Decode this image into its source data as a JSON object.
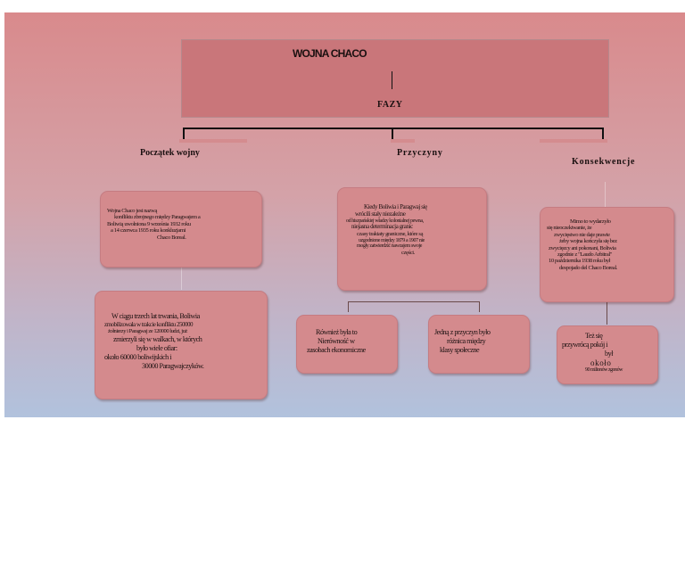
{
  "diagram": {
    "title": "WOJNA CHACO",
    "subtitle": "FAZY",
    "phases": [
      {
        "label": "Początek wojny",
        "boxes": [
          {
            "lines": [
              "Wojna Chaco jest nazwą",
              "konfliktu zbrojnego między Paragwajem a",
              "Boliwią uwolniona 9 września 1932 roku",
              "a 14 czerwca 1935 roku konkluzjami",
              "Chaco Boreal."
            ]
          },
          {
            "lines": [
              "W ciągu trzech lat trwania, Boliwia",
              "zmobilizowała w trakcie konfliktu 250000",
              "żołnierzy i Paragwaj ze 120000 ludzi, już",
              "zmierzyli się w walkach, w których",
              "było wiele ofiar:",
              "około 60000 boliwijskich i",
              "30000 Paragwajczyków."
            ]
          }
        ]
      },
      {
        "label": "Przyczyny",
        "boxes": [
          {
            "lines": [
              "Kiedy Boliwia i Paragwaj się",
              "wrócili stały niezależne",
              "od hiszpańskiej władzy kolonialnej pewna,",
              "niejasna determinacja granic",
              "czasy traktaty graniczne, które są",
              "uzgodnione między 1879 a 1907 nie",
              "mogły zatwierdzić nawzajem swoje",
              "części."
            ]
          },
          {
            "lines": [
              "Również była to",
              "Nierówność w",
              "zasobach ekonomiczne"
            ]
          },
          {
            "lines": [
              "Jedną z przyczyn było",
              "różnica między",
              "klasy społeczne"
            ]
          }
        ]
      },
      {
        "label": "Konsekwencje",
        "boxes": [
          {
            "lines": [
              "Mimo to wydarzyło",
              "się nieoczekiwanie, że",
              "zwycięstwo nie daje prawie",
              "żeby wojna kończyła się bez",
              "zwycięzcy ani pokonani, Boliwia",
              "zgodnie z \"Laudo Arbitral\"",
              "10 października 1938 roku był",
              "despojado del Chaco Boreal."
            ]
          },
          {
            "lines": [
              "Też się",
              "przywrócą pokój i",
              "był",
              "około",
              "90 milionów zgonów"
            ]
          }
        ]
      }
    ]
  }
}
